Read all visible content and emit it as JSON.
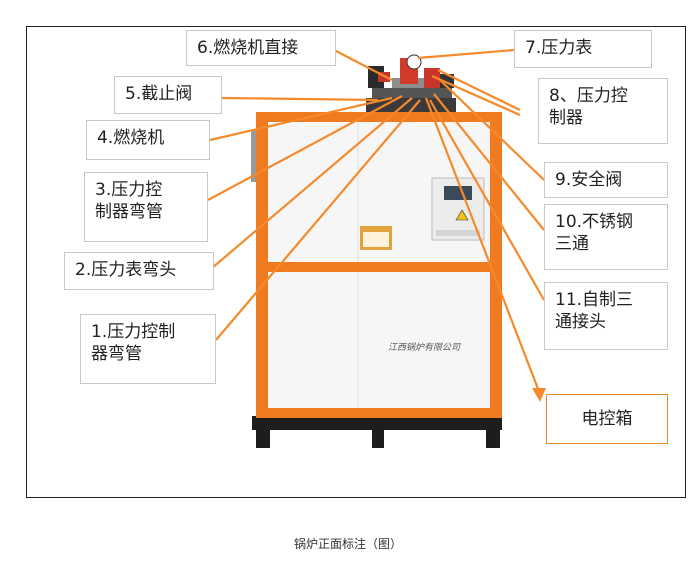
{
  "callouts": {
    "c6": "6.燃烧机直接",
    "c7": "7.压力表",
    "c5": "5.截止阀",
    "c8": "8、压力控\n制器",
    "c4": "4.燃烧机",
    "c9": "9.安全阀",
    "c3": "3.压力控\n制器弯管",
    "c10": "10.不锈钢\n三通",
    "c2": "2.压力表弯头",
    "c11": "11.自制三\n通接头",
    "c1": "1.压力控制\n器弯管",
    "ctrl": "电控箱"
  },
  "nameplate": "江西锅炉有限公司",
  "caption": "锅炉正面标注（图）",
  "colors": {
    "frame_orange": "#f07a1f",
    "leader_orange": "#f58a2c",
    "cabinet": "#f6f6f6"
  }
}
